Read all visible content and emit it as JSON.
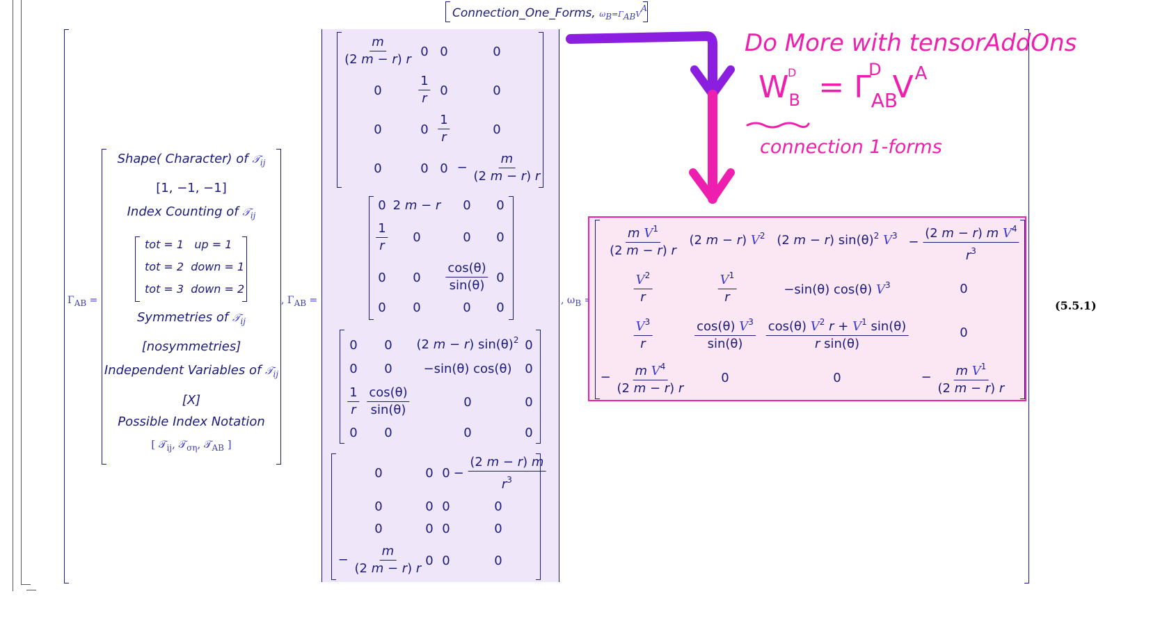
{
  "header": {
    "name": "Connection_One_Forms",
    "eq": "ω",
    "eq_rhs": "=Γ",
    "eq_tail": "V"
  },
  "left_matrix": {
    "lhs": "Γ",
    "shape_label": "Shape( Character) of",
    "shape_value": "[1, −1, −1]",
    "index_label": "Index Counting of",
    "counts": [
      [
        "tot = 1",
        "up = 1"
      ],
      [
        "tot = 2",
        "down = 1"
      ],
      [
        "tot = 3",
        "down = 2"
      ]
    ],
    "sym_label": "Symmetries of",
    "sym_value": "[nosymmetries]",
    "indep_label": "Independent Variables of",
    "indep_value": "[X]",
    "notation_label": "Possible Index Notation"
  },
  "christoffel": {
    "lhs": "Γ",
    "m1": [
      [
        "m/((2m−r)r)",
        "0",
        "0",
        "0"
      ],
      [
        "0",
        "1/r",
        "0",
        "0"
      ],
      [
        "0",
        "0",
        "1/r",
        "0"
      ],
      [
        "0",
        "0",
        "0",
        "−m/((2m−r)r)"
      ]
    ],
    "m2": [
      [
        "0",
        "2 m − r",
        "0",
        "0"
      ],
      [
        "1/r",
        "0",
        "0",
        "0"
      ],
      [
        "0",
        "0",
        "cos(θ)/sin(θ)",
        "0"
      ],
      [
        "0",
        "0",
        "0",
        "0"
      ]
    ],
    "m3": [
      [
        "0",
        "0",
        "(2 m − r) sin(θ)²",
        "0"
      ],
      [
        "0",
        "0",
        "−sin(θ) cos(θ)",
        "0"
      ],
      [
        "1/r",
        "cos(θ)/sin(θ)",
        "0",
        "0"
      ],
      [
        "0",
        "0",
        "0",
        "0"
      ]
    ],
    "m4": [
      [
        "0",
        "0",
        "0",
        "−(2m−r)m/r³"
      ],
      [
        "0",
        "0",
        "0",
        "0"
      ],
      [
        "0",
        "0",
        "0",
        "0"
      ],
      [
        "−m/((2m−r)r)",
        "0",
        "0",
        "0"
      ]
    ]
  },
  "omega": {
    "lhs": "ω",
    "rows": [
      [
        "m V¹/((2m−r)r)",
        "(2 m − r) V²",
        "(2 m − r) sin(θ)² V³",
        "−(2m−r) m V⁴/r³"
      ],
      [
        "V²/r",
        "V¹/r",
        "−sin(θ) cos(θ) V³",
        "0"
      ],
      [
        "V³/r",
        "cos(θ) V³/sin(θ)",
        "(cos(θ) V² r + V¹ sin(θ))/(r sin(θ))",
        "0"
      ],
      [
        "−m V⁴/((2m−r)r)",
        "0",
        "0",
        "−m V¹/((2m−r)r)"
      ]
    ]
  },
  "equation_number": "(5.5.1)",
  "annotation": {
    "line1": "Do More with tensorAddOns",
    "formula_w": "W",
    "formula_eq": "=",
    "formula_gamma": "Γ",
    "formula_v": "V",
    "line3": "connection 1-forms",
    "arrow_top_color": "#8b1fe0",
    "arrow_bottom_color": "#ee1fae"
  },
  "colors": {
    "math": "#1a1a7a",
    "matrix_fill": "#efe6fa",
    "omega_fill": "#fbe6f4",
    "omega_border": "#ee1fae"
  }
}
